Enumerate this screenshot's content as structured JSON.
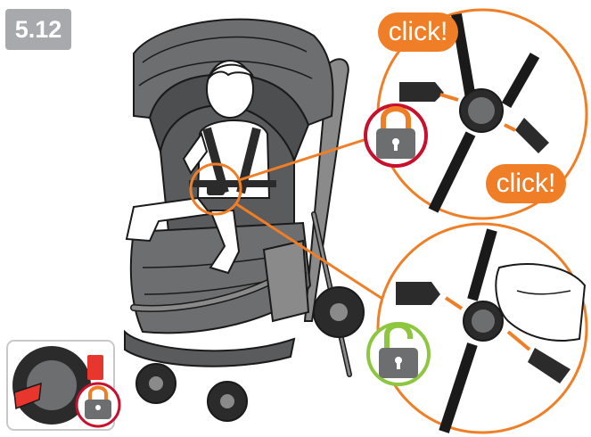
{
  "step": {
    "number": "5.12"
  },
  "callouts": {
    "click_top": "click!",
    "click_bottom": "click!"
  },
  "icons": {
    "locked": "padlock-locked-icon",
    "unlocked": "padlock-unlocked-icon",
    "indicator": "red-indicator-icon"
  },
  "colors": {
    "accent_orange": "#f07e26",
    "lock_red": "#c8102e",
    "unlock_green": "#8dc63f",
    "badge_gray": "#a7a9ac",
    "indicator_red": "#e8352d"
  }
}
